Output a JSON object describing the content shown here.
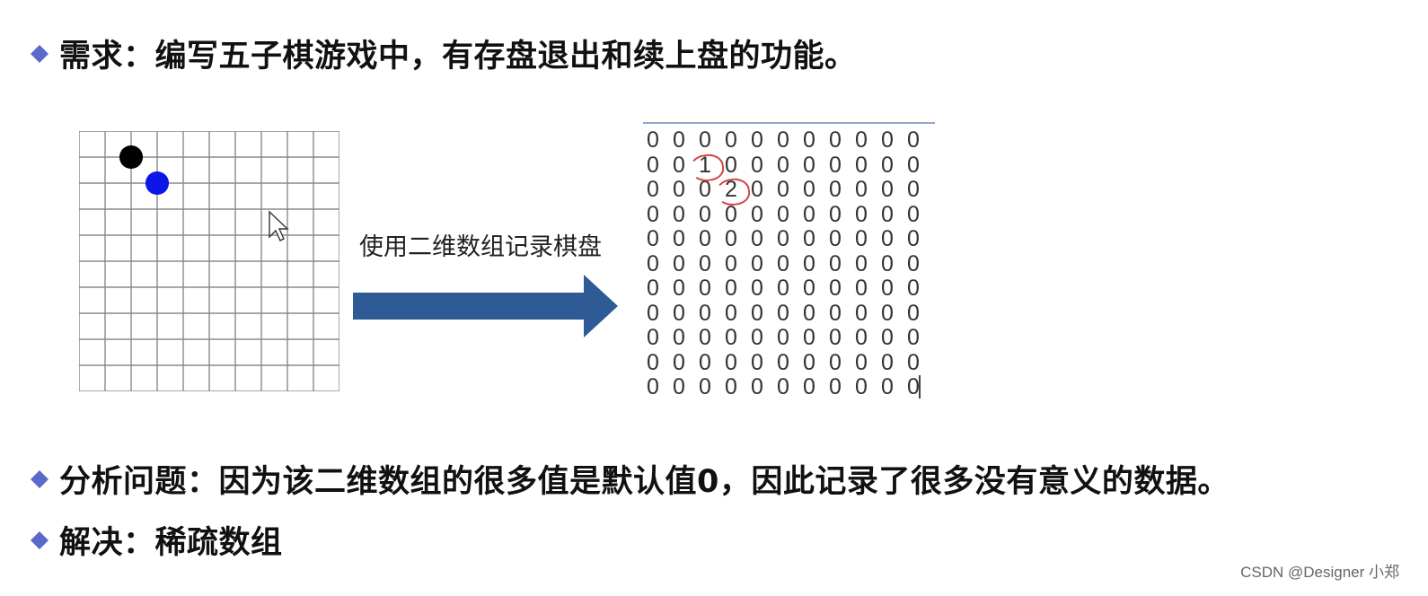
{
  "slide": {
    "requirement": "需求：编写五子棋游戏中，有存盘退出和续上盘的功能。",
    "analysis": "分析问题：因为该二维数组的很多值是默认值0，因此记录了很多没有意义的数据。",
    "solution": "解决：稀疏数组",
    "arrow_label": "使用二维数组记录棋盘",
    "bullet_color": "#5b69c9"
  },
  "board": {
    "rows": 10,
    "cols": 10,
    "line_color": "#8a8a8a",
    "stones": [
      {
        "row": 1,
        "col": 2,
        "color": "#000000",
        "name": "black-stone"
      },
      {
        "row": 2,
        "col": 3,
        "color": "#0a17e6",
        "name": "blue-stone"
      }
    ]
  },
  "matrix": {
    "values": [
      [
        0,
        0,
        0,
        0,
        0,
        0,
        0,
        0,
        0,
        0,
        0
      ],
      [
        0,
        0,
        1,
        0,
        0,
        0,
        0,
        0,
        0,
        0,
        0
      ],
      [
        0,
        0,
        0,
        2,
        0,
        0,
        0,
        0,
        0,
        0,
        0
      ],
      [
        0,
        0,
        0,
        0,
        0,
        0,
        0,
        0,
        0,
        0,
        0
      ],
      [
        0,
        0,
        0,
        0,
        0,
        0,
        0,
        0,
        0,
        0,
        0
      ],
      [
        0,
        0,
        0,
        0,
        0,
        0,
        0,
        0,
        0,
        0,
        0
      ],
      [
        0,
        0,
        0,
        0,
        0,
        0,
        0,
        0,
        0,
        0,
        0
      ],
      [
        0,
        0,
        0,
        0,
        0,
        0,
        0,
        0,
        0,
        0,
        0
      ],
      [
        0,
        0,
        0,
        0,
        0,
        0,
        0,
        0,
        0,
        0,
        0
      ],
      [
        0,
        0,
        0,
        0,
        0,
        0,
        0,
        0,
        0,
        0,
        0
      ],
      [
        0,
        0,
        0,
        0,
        0,
        0,
        0,
        0,
        0,
        0,
        0
      ]
    ],
    "highlight_color": "#d64242"
  },
  "arrow_color": "#2e5b95",
  "watermark": "CSDN @Designer 小郑"
}
